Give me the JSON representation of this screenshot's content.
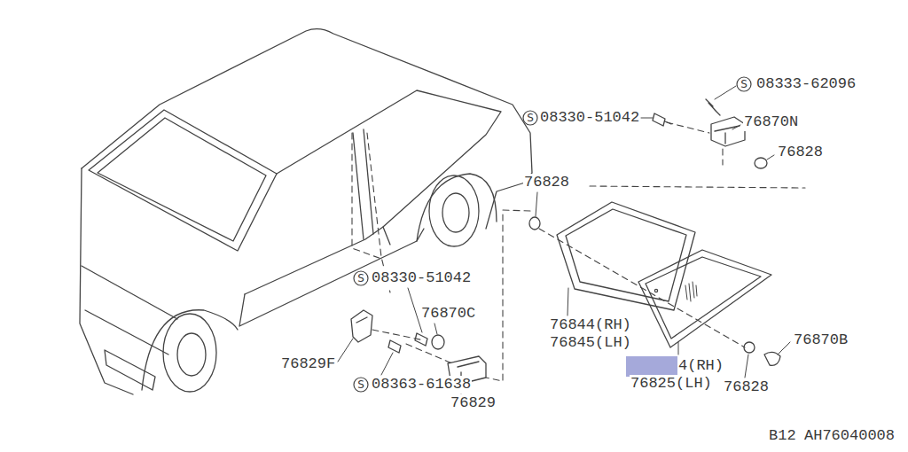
{
  "diagram": {
    "nodes": [
      {
        "text": [
          "S"
        ]
      },
      {
        "text": [
          "S"
        ]
      },
      {
        "text": [
          "S"
        ]
      },
      {
        "text": [
          "S"
        ]
      }
    ],
    "labels": [
      "08333-62096",
      "76870N",
      "08330-51042",
      "76828",
      "76828",
      "08330-51042",
      "76870C",
      "76844(RH)",
      "76845(LH)",
      "76829F",
      "08363-61638",
      "76829",
      "4(RH)",
      "76825(LH)",
      "76828",
      "76870B",
      "B12",
      "AH76040008"
    ]
  }
}
